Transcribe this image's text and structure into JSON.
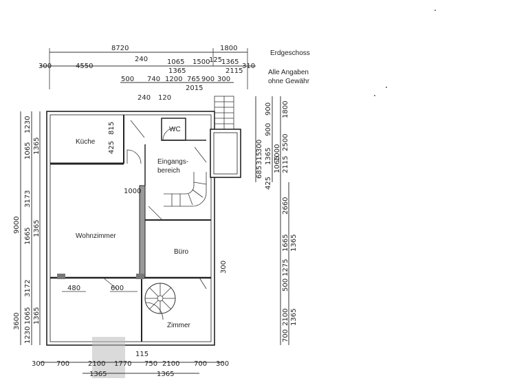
{
  "notes": {
    "title": "Erdgeschoss",
    "line1": "Alle Angaben",
    "line2": "ohne Gewähr"
  },
  "rooms": {
    "kueche": "Küche",
    "wc": "WC",
    "eingang1": "Eingangs-",
    "eingang2": "bereich",
    "wohnzimmer": "Wohnzimmer",
    "buero": "Büro",
    "zimmer": "Zimmer"
  },
  "dims_top": {
    "total": "8720",
    "right": "1800",
    "r1": [
      "300",
      "4550",
      "240",
      "1065",
      "1500",
      "125",
      "1365",
      "310"
    ],
    "r1b": [
      "1365",
      "2115"
    ],
    "r2": [
      "500",
      "740",
      "1200",
      "765",
      "900",
      "300"
    ],
    "r2b": [
      "2015"
    ],
    "r3": [
      "240",
      "120"
    ]
  },
  "dims_bottom": {
    "r1": [
      "300",
      "700",
      "2100",
      "1770",
      "115",
      "750",
      "2100",
      "700",
      "300"
    ],
    "r2": [
      "1365",
      "1365"
    ]
  },
  "dims_left": {
    "total": "9000",
    "r1": [
      "1230",
      "1065",
      "3173",
      "1665",
      "3172",
      "3600"
    ],
    "r2": [
      "1365",
      "1365",
      "1065",
      "1365",
      "1230"
    ]
  },
  "dims_right": {
    "stair": [
      "900",
      "1800",
      "900",
      "1000",
      "300",
      "315",
      "685",
      "1365",
      "1065",
      "2115",
      "2500",
      "425"
    ],
    "main": [
      "2660",
      "1665",
      "1365",
      "1275",
      "500",
      "2100",
      "1365",
      "700"
    ]
  },
  "dims_inner": {
    "kitchen_a": "815",
    "kitchen_b": "425",
    "door1000": "1000",
    "d480": "480",
    "d600": "600",
    "d300": "300"
  }
}
